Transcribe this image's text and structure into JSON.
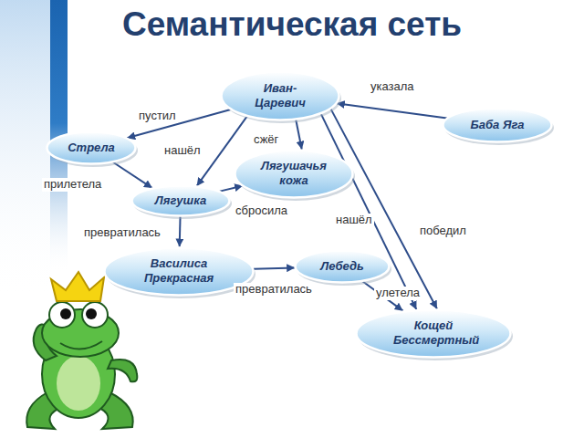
{
  "diagram": {
    "title": "Семантическая сеть",
    "nodes": [
      {
        "text": [
          "Иван-Царевич"
        ]
      },
      {
        "text": [
          "Баба Яга"
        ]
      },
      {
        "text": [
          "Стрела"
        ]
      },
      {
        "text": [
          "Лягушачья кожа"
        ]
      },
      {
        "text": [
          "Лягушка"
        ]
      },
      {
        "text": [
          "Василиса Прекрасная"
        ]
      },
      {
        "text": [
          "Лебедь"
        ]
      },
      {
        "text": [
          "Кощей Бессмертный"
        ]
      }
    ],
    "edges": [
      {
        "from": 1,
        "to": 0,
        "label": "указала",
        "arrow": "to"
      },
      {
        "from": 0,
        "to": 2,
        "label": "пустил",
        "arrow": "to"
      },
      {
        "from": 0,
        "to": 3,
        "label": "сжёг",
        "arrow": "to"
      },
      {
        "from": 0,
        "to": 4,
        "label": "нашёл",
        "arrow": "to"
      },
      {
        "from": 2,
        "to": 4,
        "label": "прилетела",
        "arrow": "to"
      },
      {
        "from": 4,
        "to": 3,
        "label": "сбросила",
        "arrow": "to"
      },
      {
        "from": 4,
        "to": 5,
        "label": "превратилась",
        "arrow": "to"
      },
      {
        "from": 5,
        "to": 6,
        "label": "превратилась",
        "arrow": "to"
      },
      {
        "from": 6,
        "to": 7,
        "label": "улетела",
        "arrow": "to"
      },
      {
        "from": 0,
        "to": 7,
        "label": "нашёл",
        "arrow": "to"
      },
      {
        "from": 0,
        "to": 7,
        "label": "победил",
        "arrow": "to"
      }
    ]
  }
}
